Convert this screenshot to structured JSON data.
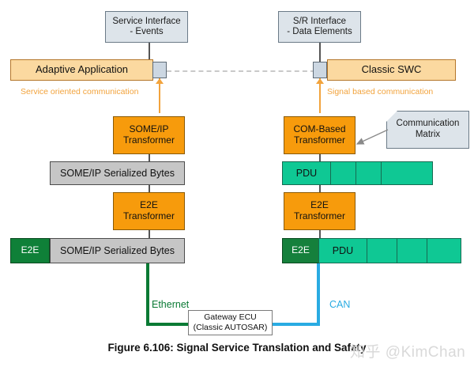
{
  "figure": {
    "caption": "Figure 6.106: Signal Service Translation and Safety",
    "watermark": "知乎 @KimChan"
  },
  "colors": {
    "orange_block": "#f79b0c",
    "orange_bar": "#fbd9a0",
    "green_pdu": "#0fc894",
    "dark_green_e2e": "#0f8038",
    "gray_bytes": "#c6c6c6",
    "interface_box": "#dde4ea",
    "ethernet_line": "#0a7a34",
    "can_line": "#29abe2",
    "arrow_orange": "#f2a33c"
  },
  "left_stack": {
    "interface": "Service Interface\n- Events",
    "interface_line1": "Service Interface",
    "interface_line2": "- Events",
    "application": "Adaptive Application",
    "communication_label": "Service oriented communication",
    "transformer_line1": "SOME/IP",
    "transformer_line2": "Transformer",
    "serialized_bytes": "SOME/IP Serialized Bytes",
    "e2e_transformer_line1": "E2E",
    "e2e_transformer_line2": "Transformer",
    "e2e_tag": "E2E",
    "protected_bytes": "SOME/IP Serialized Bytes",
    "bus_label": "Ethernet"
  },
  "right_stack": {
    "interface_line1": "S/R Interface",
    "interface_line2": "- Data Elements",
    "application": "Classic SWC",
    "communication_label": "Signal based communication",
    "transformer_line1": "COM-Based",
    "transformer_line2": "Transformer",
    "pdu_label": "PDU",
    "pdu_segments": [
      "PDU",
      "",
      "",
      ""
    ],
    "e2e_transformer_line1": "E2E",
    "e2e_transformer_line2": "Transformer",
    "e2e_tag": "E2E",
    "protected_pdu_segments": [
      "PDU",
      "",
      "",
      ""
    ],
    "bus_label": "CAN"
  },
  "callout": {
    "line1": "Communication",
    "line2": "Matrix"
  },
  "gateway": {
    "line1": "Gateway ECU",
    "line2": "(Classic AUTOSAR)"
  }
}
